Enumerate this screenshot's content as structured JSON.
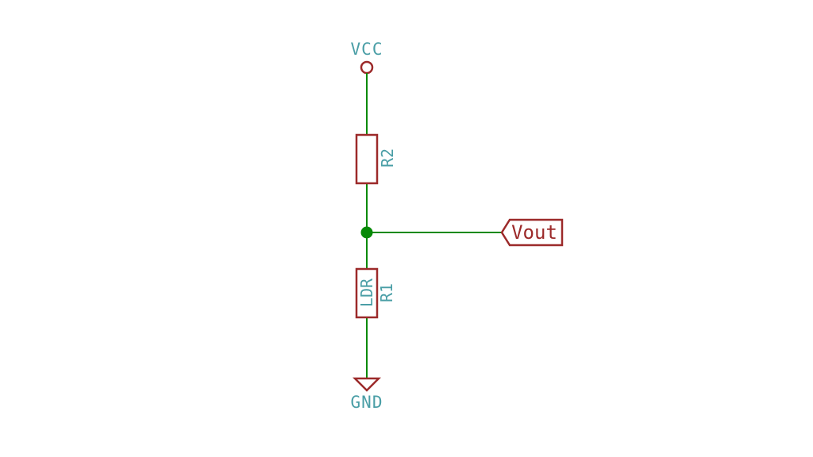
{
  "schematic": {
    "vcc_label": "VCC",
    "gnd_label": "GND",
    "r2": {
      "reference": "R2"
    },
    "r1": {
      "reference": "R1",
      "value": "LDR"
    },
    "vout_label": "Vout"
  },
  "colors": {
    "wire": "#078a07",
    "component": "#9c2a2a",
    "text": "#4a9ea6"
  },
  "icons": [
    "vcc-power-symbol",
    "gnd-power-symbol",
    "resistor-symbol",
    "junction-dot",
    "hierarchical-label"
  ]
}
